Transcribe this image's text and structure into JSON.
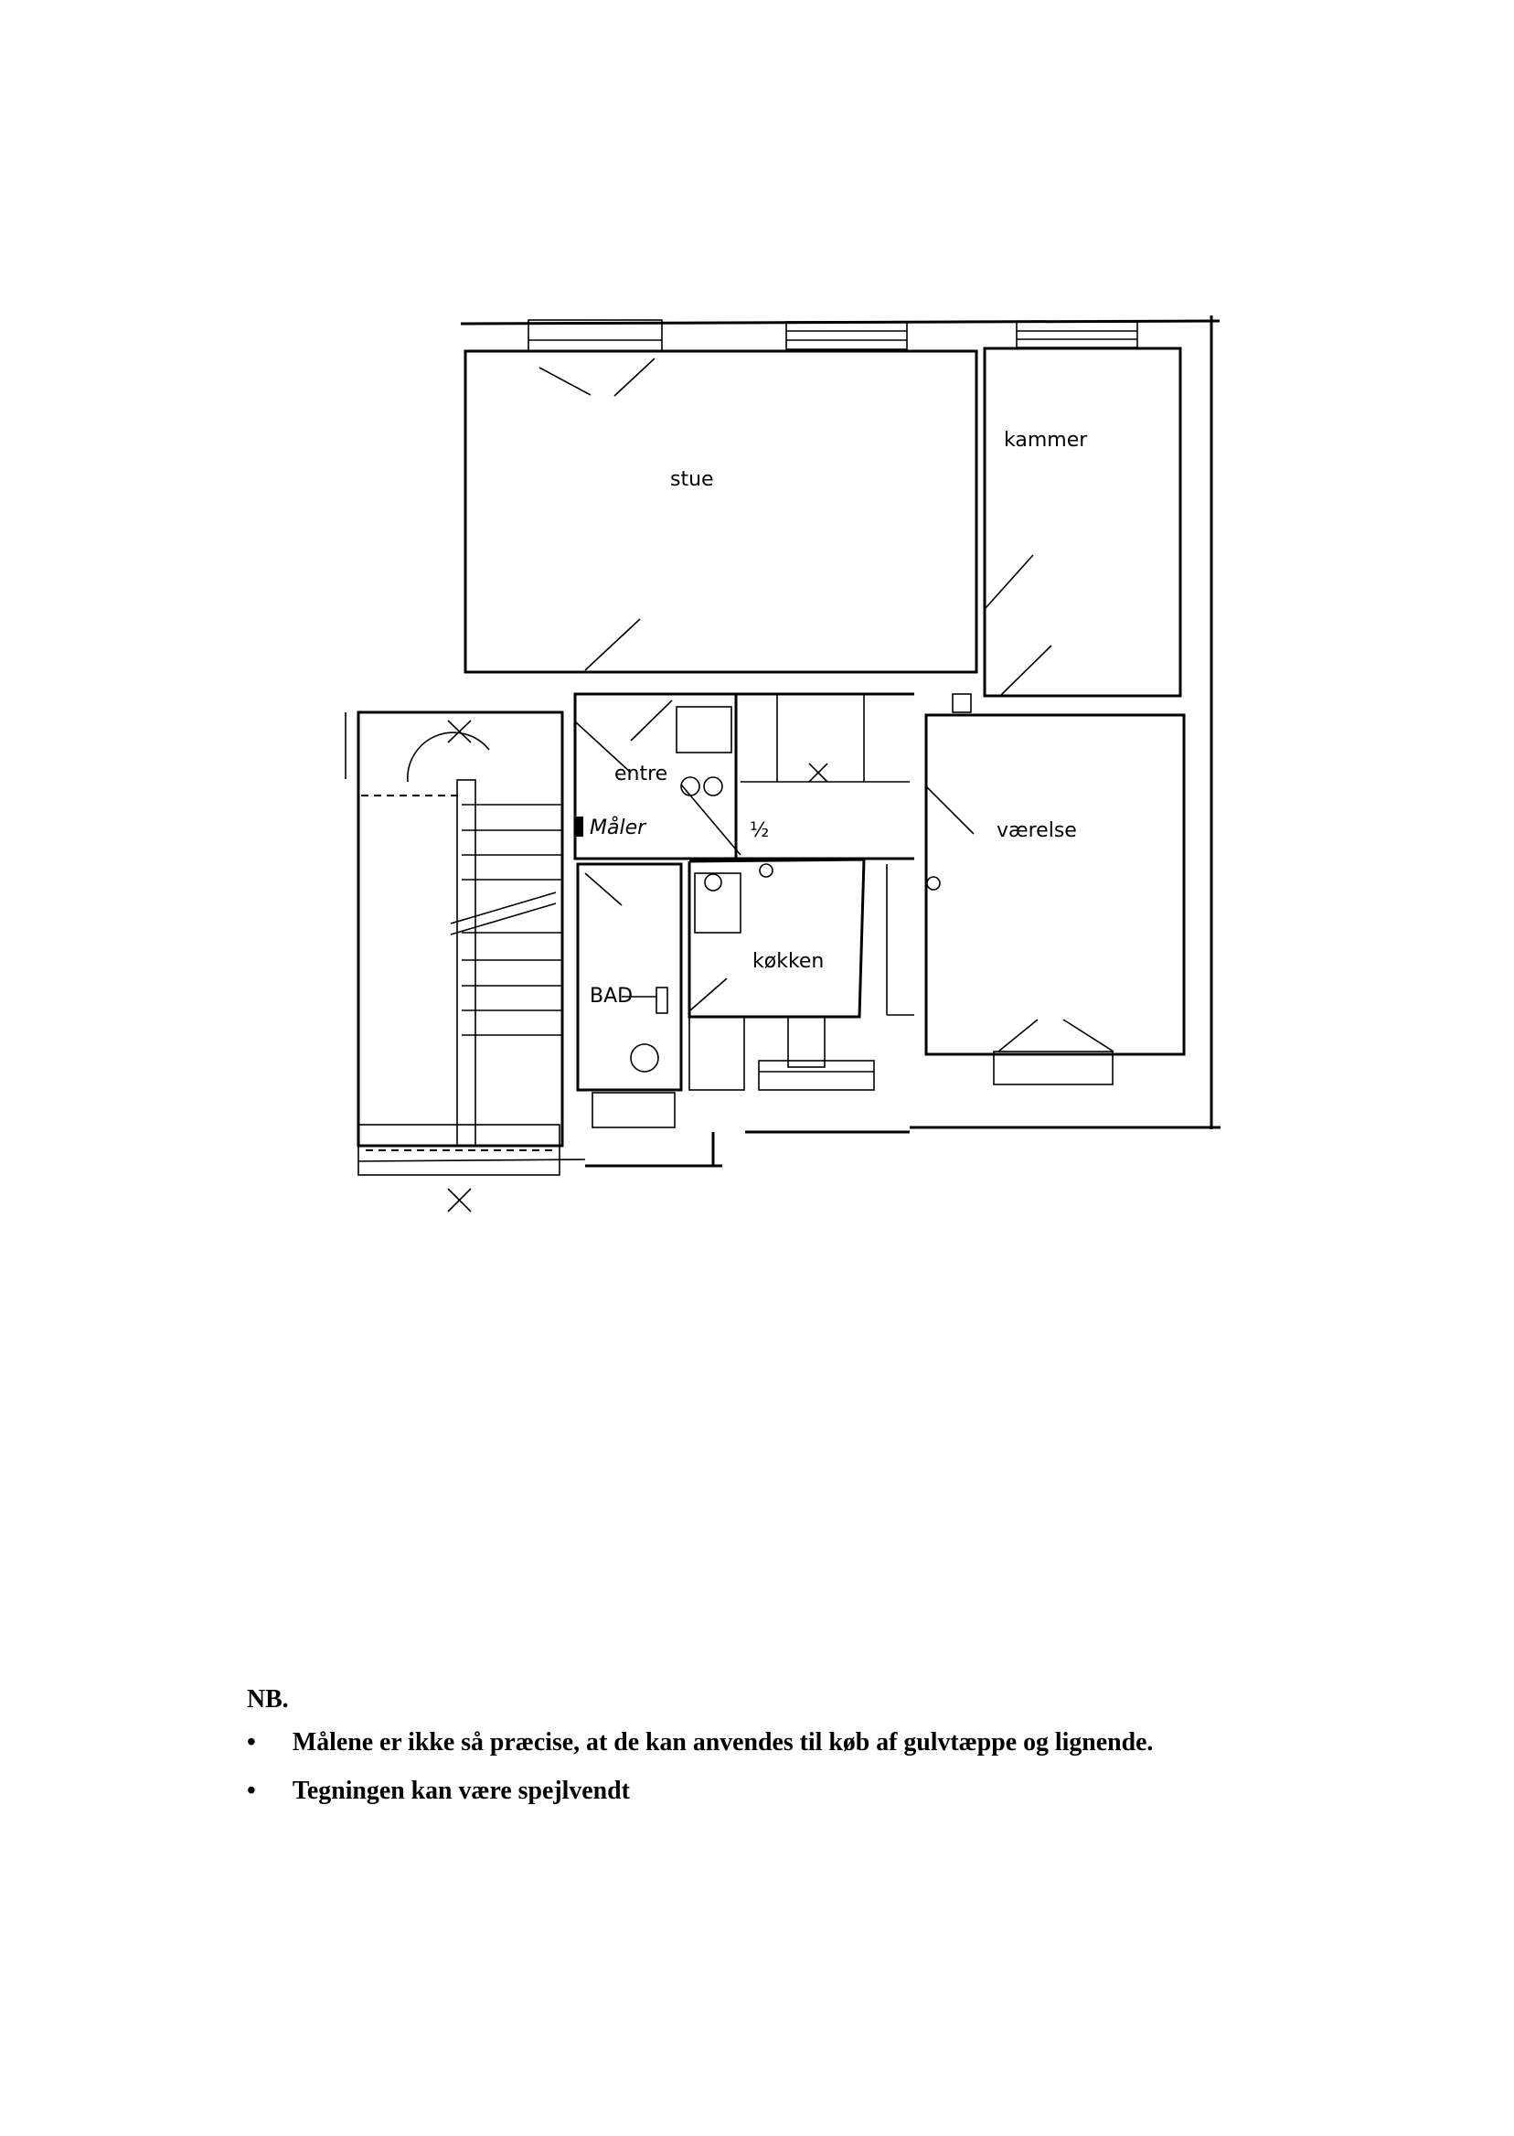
{
  "floorplan": {
    "rooms": {
      "stue": "stue",
      "kammer": "kammer",
      "entre": "entre",
      "maaler": "Måler",
      "half": "½",
      "vaerelse": "værelse",
      "koekken": "køkken",
      "bad": "BAD"
    }
  },
  "notes": {
    "heading": "NB.",
    "items": [
      "Målene er ikke så præcise, at de kan anvendes til køb af gulvtæppe og lignende.",
      "Tegningen kan være spejlvendt"
    ]
  }
}
